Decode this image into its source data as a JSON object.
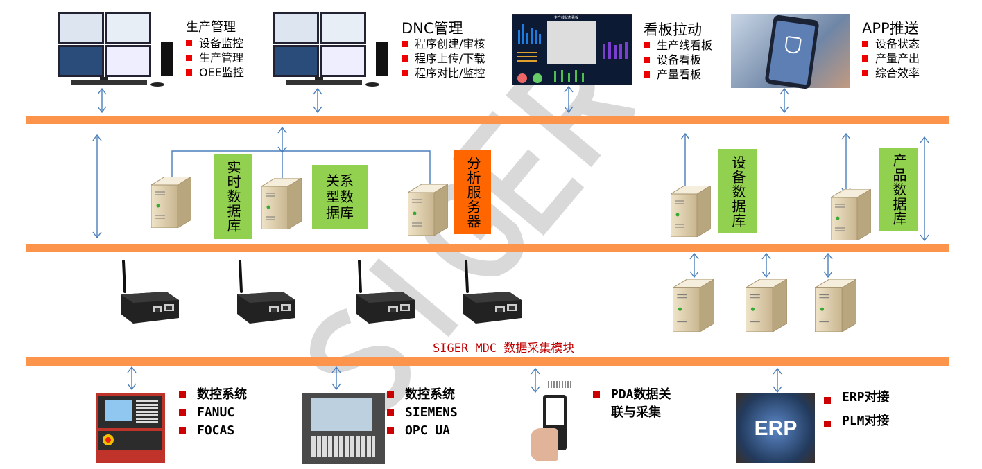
{
  "watermark": "SIGER",
  "top": [
    {
      "title": "生产管理",
      "items": [
        "设备监控",
        "生产管理",
        "OEE监控"
      ]
    },
    {
      "title": "DNC管理",
      "items": [
        "程序创建/审核",
        "程序上传/下载",
        "程序对比/监控"
      ]
    },
    {
      "title": "看板拉动",
      "items": [
        "生产线看板",
        "设备看板",
        "产量看板"
      ],
      "screen_title": "生产线状态看板"
    },
    {
      "title": "APP推送",
      "items": [
        "设备状态",
        "产量产出",
        "综合效率"
      ]
    }
  ],
  "middle": {
    "realtime_db": "实时数据库",
    "relational_db": [
      "关系",
      "型数",
      "据库"
    ],
    "analysis_server": "分析服务器",
    "device_db": "设备数据库",
    "product_db": "产品数据库"
  },
  "collection_label": "SIGER MDC 数据采集模块",
  "bottom": [
    {
      "items": [
        "数控系统",
        "FANUC",
        "FOCAS"
      ]
    },
    {
      "items": [
        "数控系统",
        "SIEMENS",
        "OPC UA"
      ]
    },
    {
      "items": [
        "PDA数据关联与采集"
      ]
    },
    {
      "items": [
        "ERP对接",
        "PLM对接"
      ],
      "logo": "ERP"
    }
  ],
  "colors": {
    "bus": "#fd944c",
    "db_box": "#92d050",
    "server_box": "#ff6600",
    "arrow": "#4a7ebb",
    "bullet": "#e00000"
  }
}
